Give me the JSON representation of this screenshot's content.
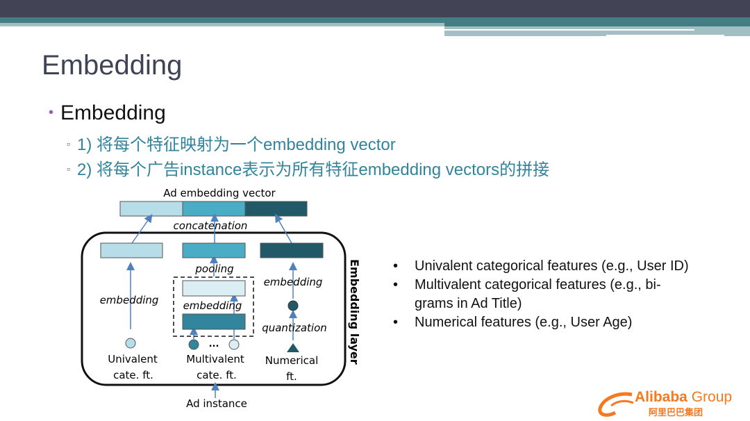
{
  "title": "Embedding",
  "bullet": "Embedding",
  "sub_bullets": [
    "1) 将每个特征映射为一个embedding vector",
    "2) 将每个广告instance表示为所有特征embedding vectors的拼接"
  ],
  "diagram": {
    "top_label": "Ad embedding vector",
    "concat": "concatenation",
    "pooling": "pooling",
    "embedding": "embedding",
    "quantization": "quantization",
    "dots": "...",
    "layer": "Embedding layer",
    "univalent": [
      "Univalent",
      "cate. ft."
    ],
    "multivalent": [
      "Multivalent",
      "cate. ft."
    ],
    "numerical": [
      "Numerical",
      "ft."
    ],
    "input": "Ad instance",
    "colors": {
      "light": "#b6dde8",
      "mid": "#4bacc6",
      "dark": "#215968",
      "pale": "#dbeef4",
      "teal": "#31859c",
      "arrow": "#4f81bd"
    }
  },
  "right_bullets": [
    "Univalent categorical features (e.g., User ID)",
    "Multivalent categorical features (e.g., bi-grams in Ad Title)",
    "Numerical features (e.g., User Age)"
  ],
  "bullet_glyph": "•",
  "logo": {
    "name": "Alibaba",
    "group": "Group",
    "cn": "阿里巴巴集团"
  }
}
